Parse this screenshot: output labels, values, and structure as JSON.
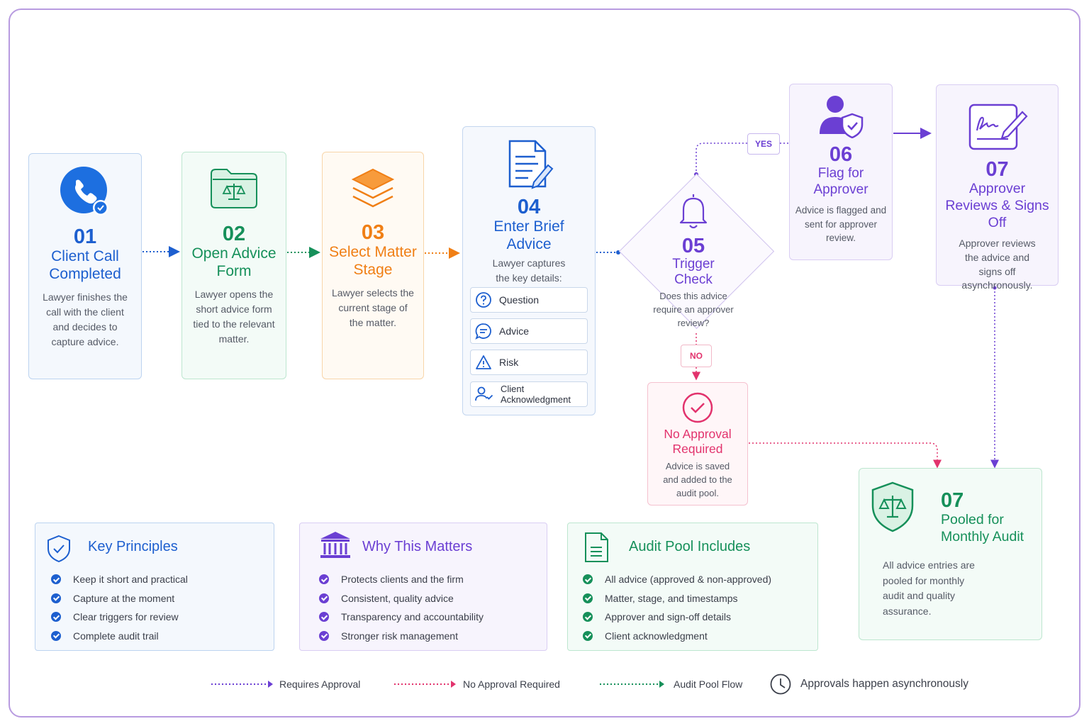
{
  "steps": [
    {
      "num": "01",
      "title": "Client Call Completed",
      "desc": "Lawyer finishes the call with the client and decides to capture advice."
    },
    {
      "num": "02",
      "title": "Open Advice Form",
      "desc": "Lawyer opens the short advice form tied to the relevant matter."
    },
    {
      "num": "03",
      "title": "Select Matter Stage",
      "desc": "Lawyer selects the current stage of the matter."
    },
    {
      "num": "04",
      "title": "Enter Brief Advice",
      "desc": "Lawyer captures the key details:",
      "details": [
        "Question",
        "Advice",
        "Risk",
        "Client Acknowledgment"
      ]
    },
    {
      "num": "05",
      "title": "Trigger Check",
      "desc": "Does this advice require an approver review?"
    },
    {
      "num": "06",
      "title": "Flag for Approver",
      "desc": "Advice is flagged and sent for approver review."
    },
    {
      "num": "07",
      "title": "Approver Reviews & Signs Off",
      "desc": "Approver reviews the advice and signs off asynchronously."
    }
  ],
  "branches": {
    "yes": "YES",
    "no": "NO"
  },
  "no_approval": {
    "title": "No Approval Required",
    "desc": "Advice is saved and added to the audit pool."
  },
  "pooled": {
    "num": "07",
    "title": "Pooled for Monthly Audit",
    "desc": "All advice entries are pooled for monthly audit and quality assurance."
  },
  "panels": [
    {
      "title": "Key Principles",
      "items": [
        "Keep it short and practical",
        "Capture at the moment",
        "Clear triggers for review",
        "Complete audit trail"
      ]
    },
    {
      "title": "Why This Matters",
      "items": [
        "Protects clients and the firm",
        "Consistent, quality advice",
        "Transparency and accountability",
        "Stronger risk management"
      ]
    },
    {
      "title": "Audit Pool Includes",
      "items": [
        "All advice (approved & non-approved)",
        "Matter, stage, and timestamps",
        "Approver and sign-off details",
        "Client acknowledgment"
      ]
    }
  ],
  "legend": {
    "requires": "Requires Approval",
    "no_approval": "No Approval Required",
    "audit": "Audit Pool Flow",
    "async": "Approvals happen asynchronously"
  },
  "colors": {
    "blue": "#1d5fcf",
    "green": "#16905a",
    "orange": "#f07f15",
    "purple": "#6b3fd3",
    "pink": "#e2336d"
  },
  "icons": [
    "phone-icon",
    "folder-scales-icon",
    "layers-icon",
    "document-pen-icon",
    "question-icon",
    "chat-icon",
    "warning-icon",
    "user-check-icon",
    "bell-icon",
    "user-shield-icon",
    "signature-icon",
    "check-circle-icon",
    "shield-scales-icon",
    "shield-check-icon",
    "bank-icon",
    "document-list-icon",
    "clock-icon"
  ]
}
